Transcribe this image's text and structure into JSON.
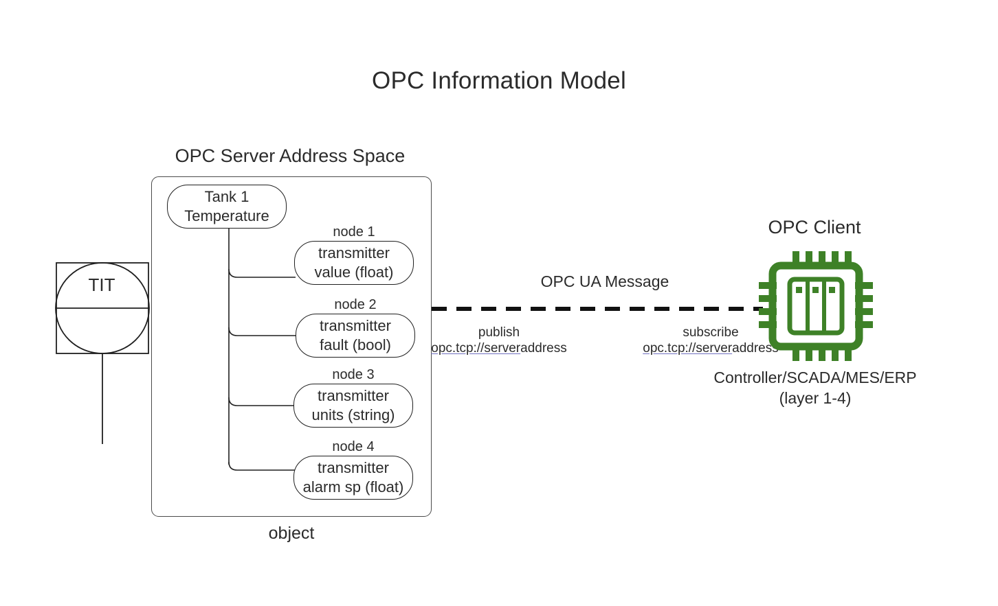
{
  "title": "OPC Information Model",
  "server": {
    "caption": "OPC Server Address Space",
    "object_caption": "object",
    "root_node": {
      "line1": "Tank 1",
      "line2": "Temperature"
    },
    "nodes": [
      {
        "caption": "node 1",
        "line1": "transmitter",
        "line2": "value (float)"
      },
      {
        "caption": "node 2",
        "line1": "transmitter",
        "line2": "fault (bool)"
      },
      {
        "caption": "node 3",
        "line1": "transmitter",
        "line2": "units (string)"
      },
      {
        "caption": "node 4",
        "line1": "transmitter",
        "line2": "alarm sp (float)"
      }
    ]
  },
  "instrument": {
    "tag": "TIT"
  },
  "message": {
    "label": "OPC UA Message",
    "publish": {
      "role": "publish",
      "scheme": "opc.tcp://server",
      "host": "address"
    },
    "subscribe": {
      "role": "subscribe",
      "scheme": "opc.tcp://server",
      "host": "address"
    }
  },
  "client": {
    "caption": "OPC Client",
    "sub_line1": "Controller/SCADA/MES/ERP",
    "sub_line2": "(layer 1-4)",
    "icon": "cpu-chip-icon",
    "icon_color": "#3E8127"
  },
  "colors": {
    "stroke": "#1f1f1f",
    "container_stroke": "#4a4a4a",
    "text": "#2b2b2b",
    "chip_green": "#3E8127",
    "link_underline": "#6f6fbf"
  }
}
